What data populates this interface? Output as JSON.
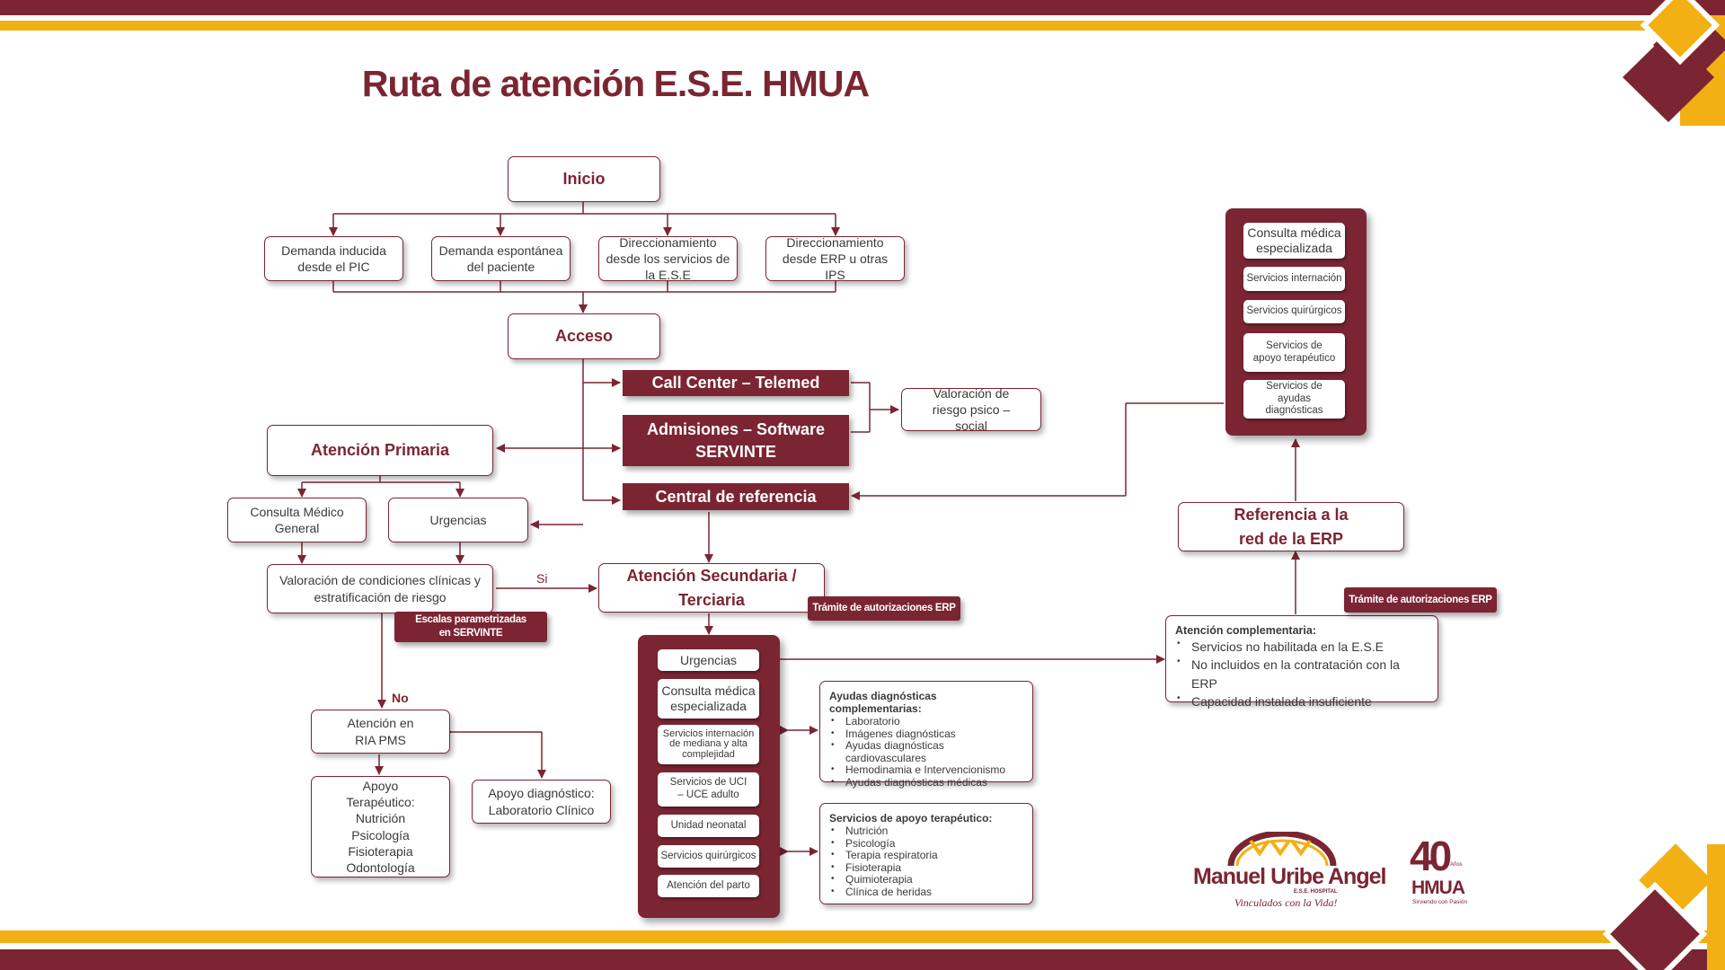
{
  "colors": {
    "primary": "#7b2533",
    "accent": "#f3b014",
    "text": "#3a3a3a",
    "background": "#ffffff"
  },
  "title": "Ruta de atención  E.S.E. HMUA",
  "nodes": {
    "inicio": "Inicio",
    "demanda_inducida": "Demanda inducida desde el PIC",
    "demanda_espontanea": "Demanda espontánea del paciente",
    "direccionamiento_ese": "Direccionamiento desde los servicios de la E.S.E",
    "direccionamiento_erp": "Direccionamiento desde ERP  u otras IPS",
    "acceso": "Acceso",
    "call_center": "Call Center – Telemed",
    "admisiones": "Admisiones – Software SERVINTE",
    "valoracion_psico": "Valoración de riesgo psico – social",
    "atencion_primaria": "Atención Primaria",
    "central_referencia": "Central de referencia",
    "consulta_medico_general": "Consulta Médico General",
    "urgencias_primaria": "Urgencias",
    "valoracion_condiciones": "Valoración de condiciones clínicas y estratificación  de riesgo",
    "escalas": "Escalas parametrizadas en SERVINTE",
    "atencion_secundaria": "Atención Secundaria / Terciaria",
    "tramite_1": "Trámite de autorizaciones ERP",
    "tramite_2": "Trámite de autorizaciones ERP",
    "atencion_ria": "Atención en RIA PMS",
    "apoyo_terapeutico": "Apoyo Terapéutico: Nutrición Psicología Fisioterapia Odontología",
    "apoyo_diagnostico": "Apoyo diagnóstico: Laboratorio Clínico",
    "referencia_red": "Referencia a la red de la ERP",
    "label_si": "Si",
    "label_no": "No"
  },
  "secundaria_panel": [
    "Urgencias",
    "Consulta médica especializada",
    "Servicios internación de mediana y alta complejidad",
    "Servicios de UCI – UCE adulto",
    "Unidad neonatal",
    "Servicios quirúrgicos",
    "Atención del parto"
  ],
  "erp_panel": [
    "Consulta médica especializada",
    "Servicios internación",
    "Servicios quirúrgicos",
    "Servicios de apoyo terapéutico",
    "Servicios de ayudas diagnósticas"
  ],
  "ayudas_diagnosticas": {
    "title": "Ayudas diagnósticas complementarias:",
    "items": [
      "Laboratorio",
      "Imágenes diagnósticas",
      "Ayudas diagnósticas cardiovasculares",
      "Hemodinamia e Intervencionismo",
      "Ayudas diagnósticas médicas"
    ]
  },
  "apoyo_terapeutico_list": {
    "title": "Servicios de apoyo terapéutico:",
    "items": [
      "Nutrición",
      "Psicología",
      "Terapia respiratoria",
      "Fisioterapia",
      "Quimioterapia",
      "Clínica de heridas"
    ]
  },
  "atencion_complementaria": {
    "title": "Atención complementaria:",
    "items": [
      "Servicios no habilitada en la E.S.E",
      "No incluidos en la contratación con la ERP",
      "Capacidad instalada insuficiente"
    ]
  },
  "logos": {
    "hospital_name": "Manuel Uribe Angel",
    "hospital_sub": "E.S.E. HOSPITAL",
    "hospital_slogan": "Vinculados con la Vida!",
    "anniv_number": "40",
    "anniv_word": "Años",
    "anniv_brand": "HMUA",
    "anniv_slogan": "Sirviendo con Pasión"
  }
}
